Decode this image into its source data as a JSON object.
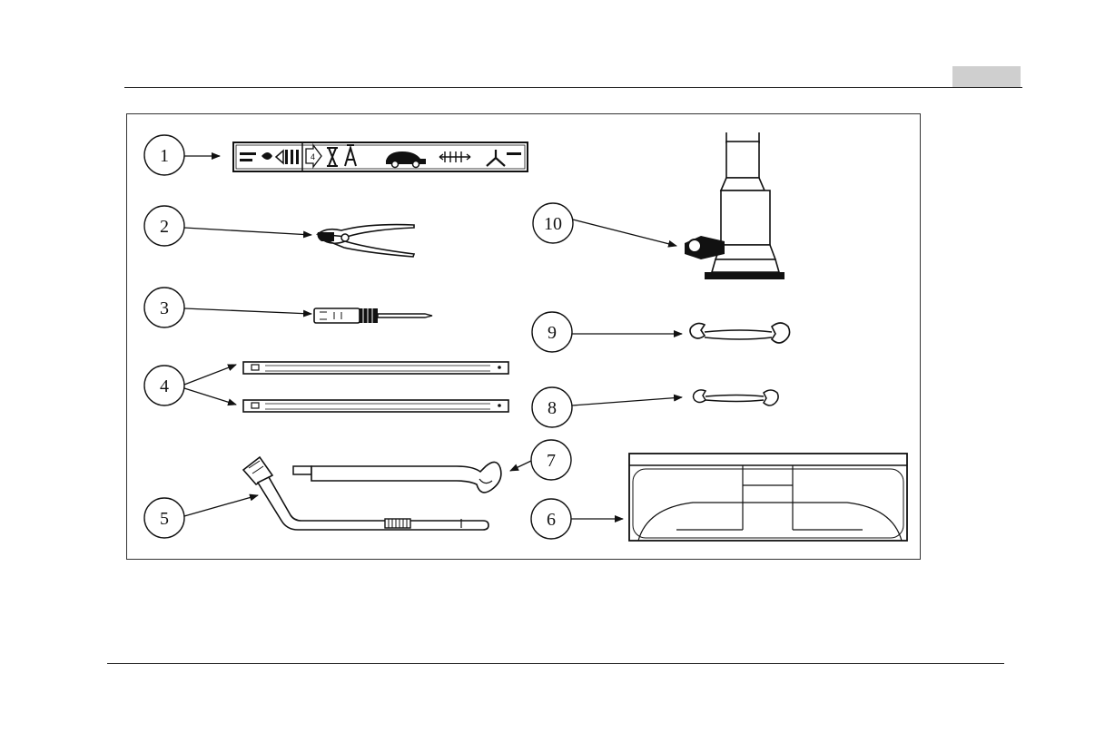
{
  "figure": {
    "callouts": [
      {
        "number": "1",
        "item": "tool-roll-label"
      },
      {
        "number": "2",
        "item": "pliers"
      },
      {
        "number": "3",
        "item": "screwdriver"
      },
      {
        "number": "4",
        "item": "jack-handle-extensions"
      },
      {
        "number": "5",
        "item": "wheel-nut-wrench"
      },
      {
        "number": "6",
        "item": "tool-bag"
      },
      {
        "number": "7",
        "item": "hook-rod"
      },
      {
        "number": "8",
        "item": "small-open-end-spanner"
      },
      {
        "number": "9",
        "item": "open-end-spanner"
      },
      {
        "number": "10",
        "item": "bottle-jack"
      }
    ],
    "label_glyphs": {
      "step_number": "4"
    }
  }
}
